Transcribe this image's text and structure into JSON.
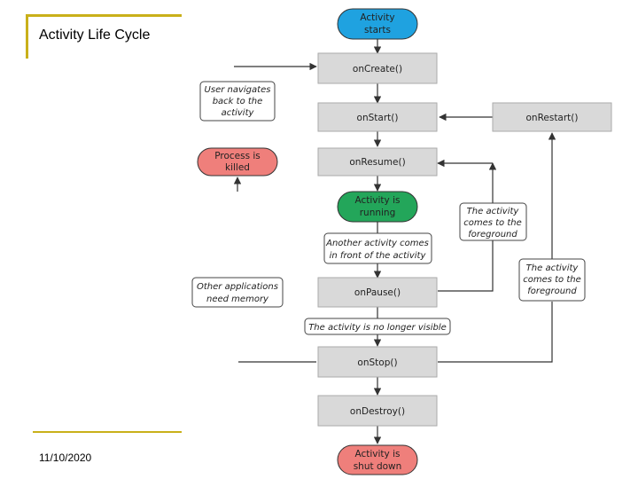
{
  "slide": {
    "title": "Activity Life Cycle",
    "date": "11/10/2020"
  },
  "colors": {
    "accent_bar": "#c9b01a",
    "start_fill": "#1fa2e0",
    "running_fill": "#23a65a",
    "terminal_fill": "#ef7f7b",
    "method_fill": "#d9d9d9"
  },
  "nodes": {
    "activity_starts": [
      "Activity",
      "starts"
    ],
    "on_create": "onCreate()",
    "on_start": "onStart()",
    "on_restart": "onRestart()",
    "on_resume": "onResume()",
    "activity_running": [
      "Activity is",
      "running"
    ],
    "on_pause": "onPause()",
    "on_stop": "onStop()",
    "on_destroy": "onDestroy()",
    "activity_shut_down": [
      "Activity is",
      "shut down"
    ],
    "process_killed": [
      "Process is",
      "killed"
    ]
  },
  "notes": {
    "user_navigates_back": [
      "User navigates",
      "back to the",
      "activity"
    ],
    "another_activity_front": [
      "Another activity comes",
      "in front of the activity"
    ],
    "other_apps_memory": [
      "Other applications",
      "need memory"
    ],
    "no_longer_visible": "The activity is no longer visible",
    "foreground_1": [
      "The activity",
      "comes to the",
      "foreground"
    ],
    "foreground_2": [
      "The activity",
      "comes to the",
      "foreground"
    ]
  }
}
